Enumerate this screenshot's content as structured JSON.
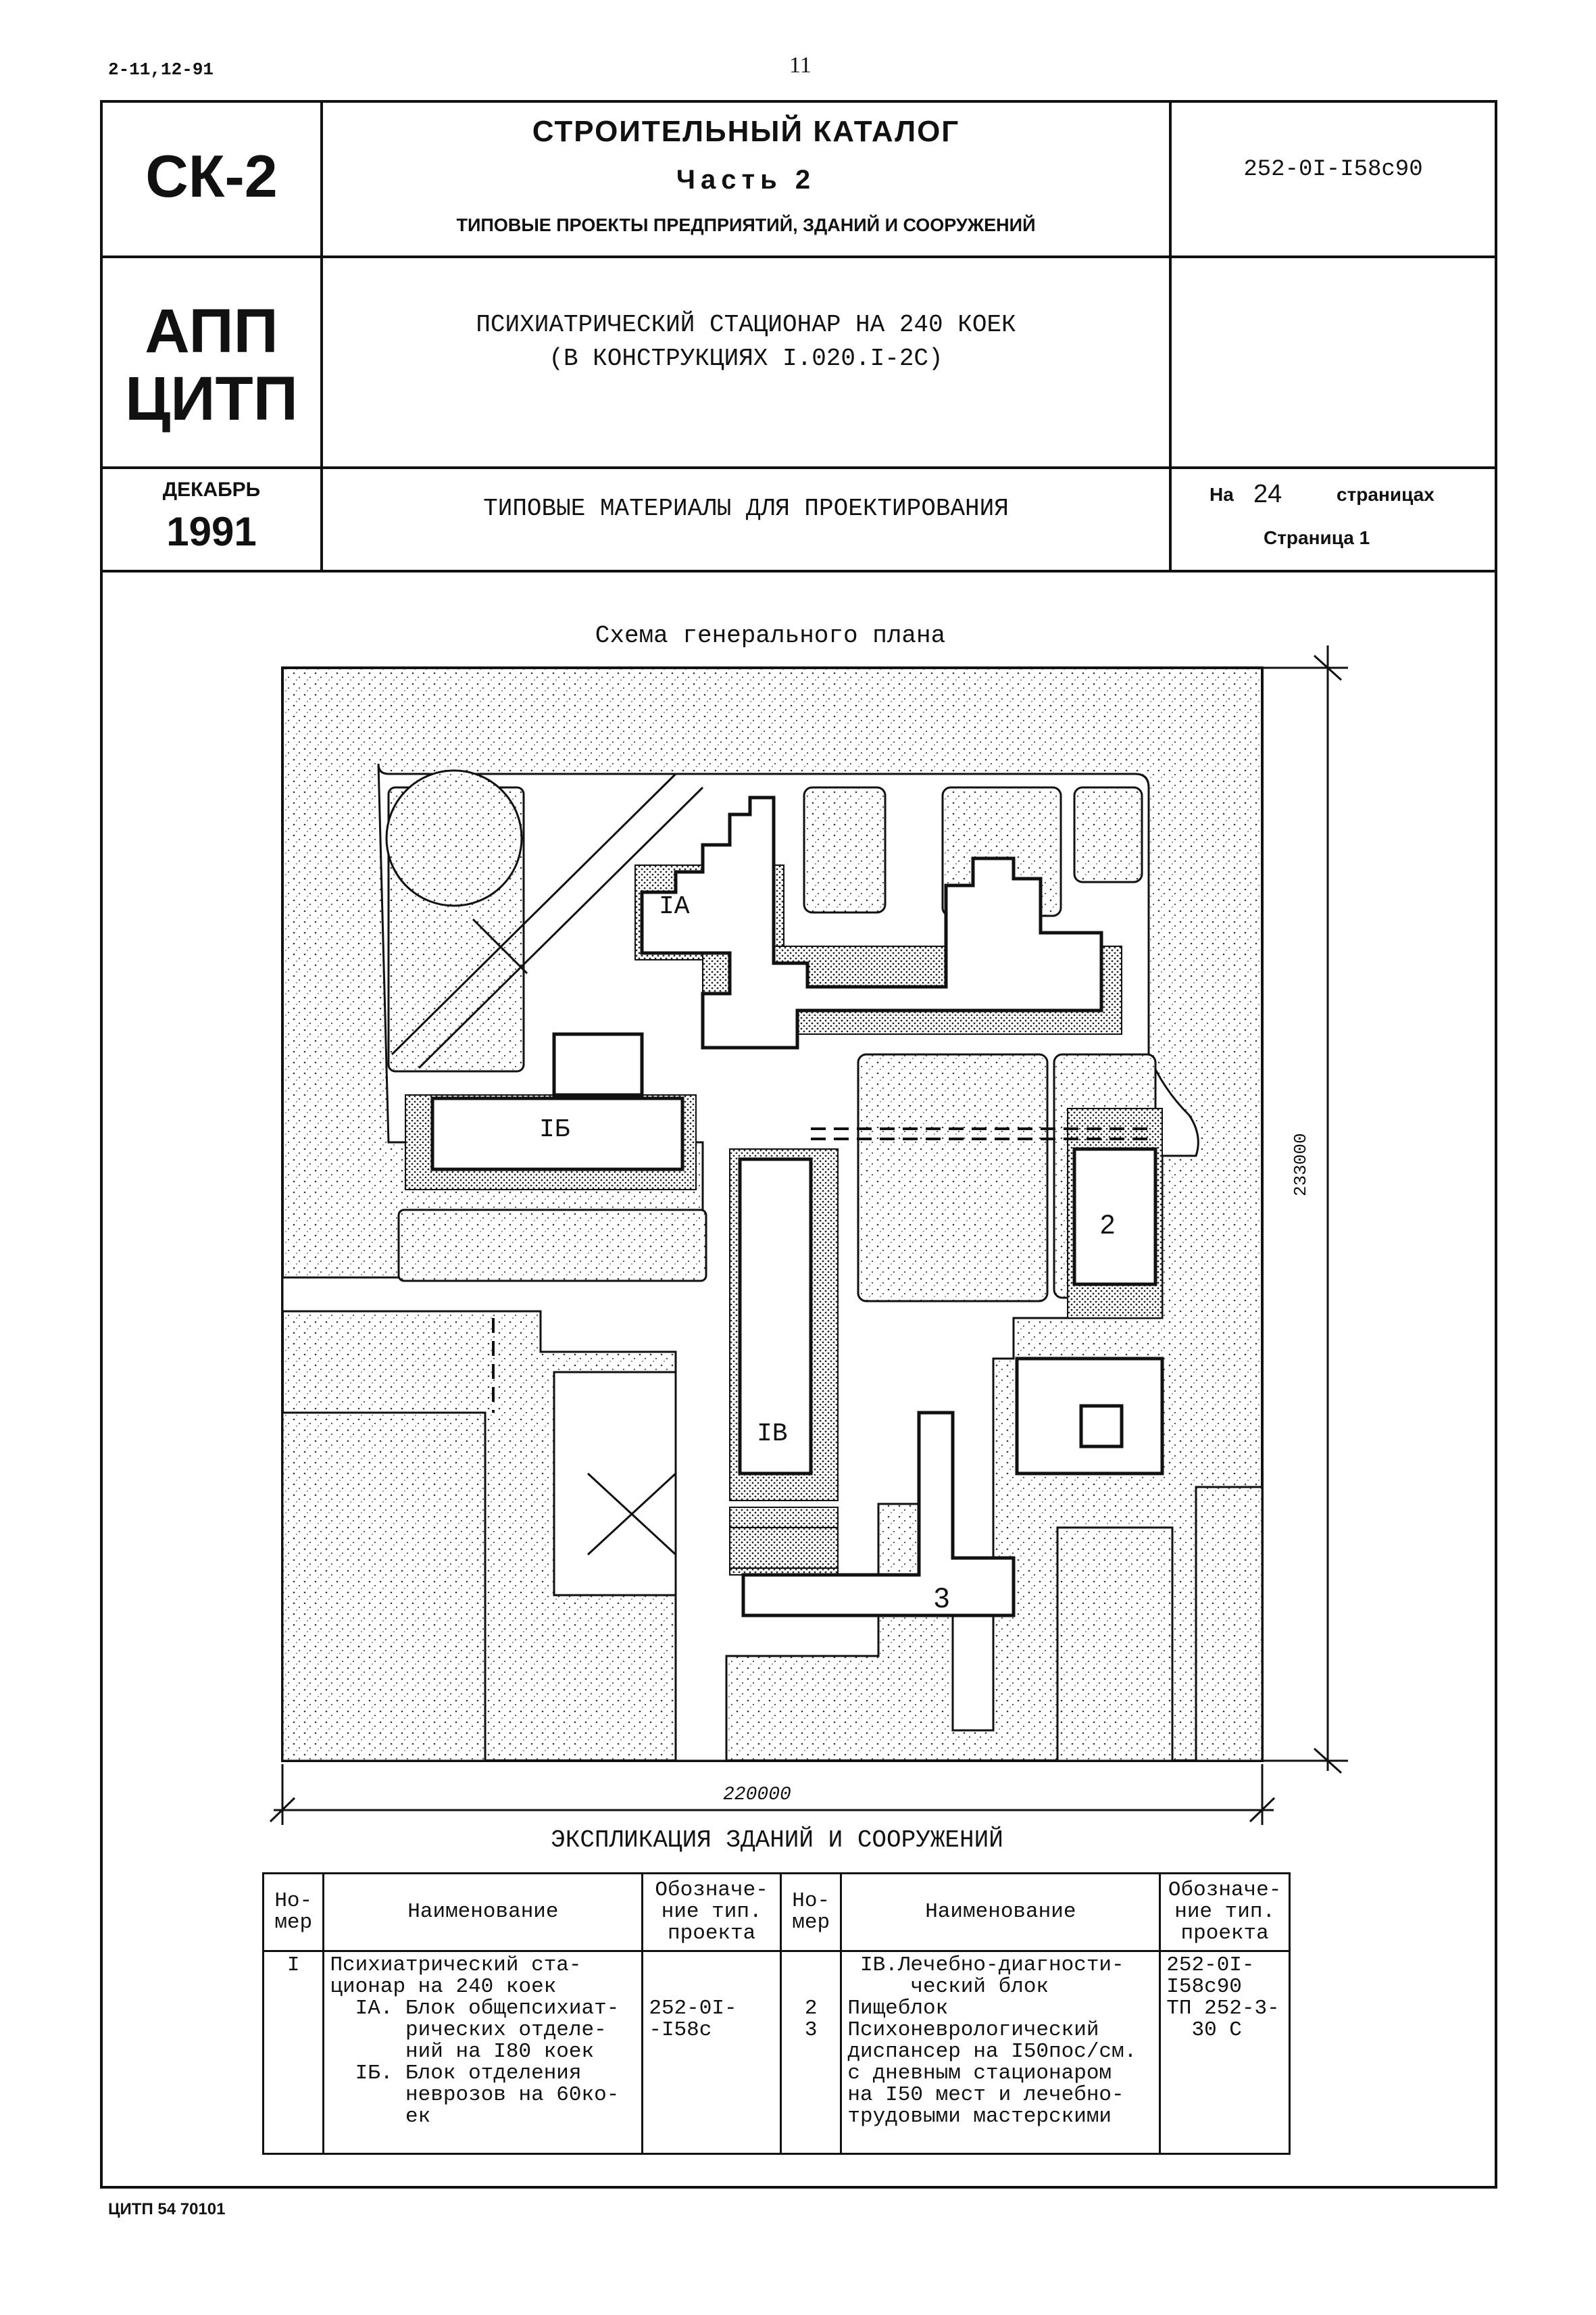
{
  "top_left_code": "2-11,12-91",
  "page_number": "11",
  "header": {
    "logo_ck": "СК-2",
    "catalog_title": "СТРОИТЕЛЬНЫЙ КАТАЛОГ",
    "part": "Часть 2",
    "subtitle": "ТИПОВЫЕ ПРОЕКТЫ ПРЕДПРИЯТИЙ, ЗДАНИЙ И СООРУЖЕНИЙ",
    "project_code": "252-0I-I58с90",
    "org_line1": "АПП",
    "org_line2": "ЦИТП",
    "project_name_1": "ПСИХИАТРИЧЕСКИЙ СТАЦИОНАР НА 240 КОЕК",
    "project_name_2": "(В КОНСТРУКЦИЯХ I.020.I-2С)",
    "month": "ДЕКАБРЬ",
    "year": "1991",
    "materials": "ТИПОВЫЕ МАТЕРИАЛЫ ДЛЯ ПРОЕКТИРОВАНИЯ",
    "pages_prefix": "На",
    "pages_count": "24",
    "pages_suffix": "страницах",
    "page_label": "Страница 1"
  },
  "plan": {
    "title": "Схема генерального плана",
    "width_dim": "220000",
    "height_dim": "233000",
    "labels": {
      "ia": "IА",
      "ib": "IБ",
      "iv": "IВ",
      "b2": "2",
      "b3": "3"
    }
  },
  "explication": {
    "title": "ЭКСПЛИКАЦИЯ ЗДАНИЙ И СООРУЖЕНИЙ",
    "headers": {
      "num": "Но-\nмер",
      "name": "Наименование",
      "code": "Обозначе-\nние тип.\nпроекта",
      "num2": "Но-\nмер",
      "name2": "Наименование",
      "code2": "Обозначе-\nние тип.\nпроекта"
    },
    "left_num": "I",
    "left_name": "Психиатрический ста-\nционар на 240 коек\n  IА. Блок общепсихиат-\n      рических отделе-\n      ний на I80 коек\n  IБ. Блок отделения\n      неврозов на 60ко-\n      ек",
    "left_code": "\n\n252-0I-\n-I58с",
    "right_num": "\n\n2\n3",
    "right_name": " IВ.Лечебно-диагности-\n     ческий блок\nПищеблок\nПсихоневрологический\nдиспансер на I50пос/см.\nс дневным стационаром\nна I50 мест и лечебно-\nтрудовыми мастерскими",
    "right_code": "252-0I-\nI58с90\nТП 252-3-\n  30 С"
  },
  "footer": "ЦИТП 54 70101"
}
